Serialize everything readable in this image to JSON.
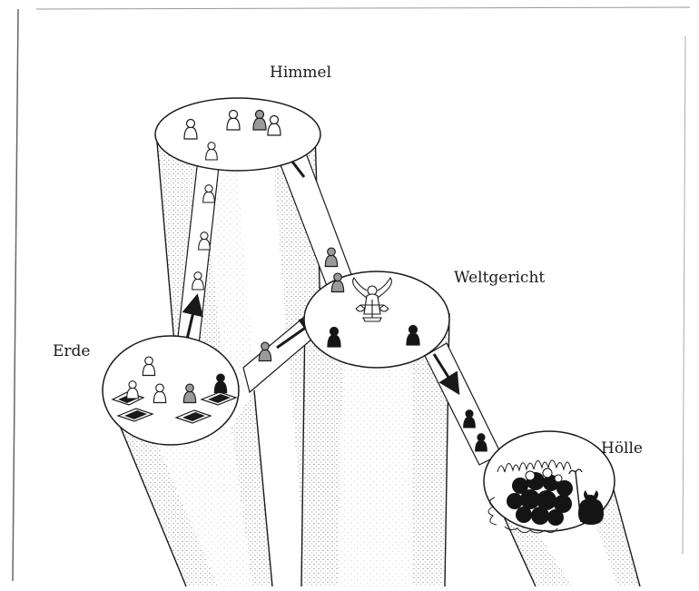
{
  "labels": {
    "heaven": "Himmel",
    "judgment": "Weltgericht",
    "earth": "Erde",
    "hell": "Hölle"
  },
  "colors": {
    "ink": "#1a1a1a",
    "paper": "#ffffff",
    "figure_white": "#ffffff",
    "figure_gray": "#9a9a9a",
    "figure_black": "#141414"
  },
  "icons": [
    "angel-with-scales-icon",
    "devil-with-trident-icon",
    "hellfire-flames-icon",
    "open-grave-icon",
    "arrow-icon",
    "figure-icon"
  ]
}
